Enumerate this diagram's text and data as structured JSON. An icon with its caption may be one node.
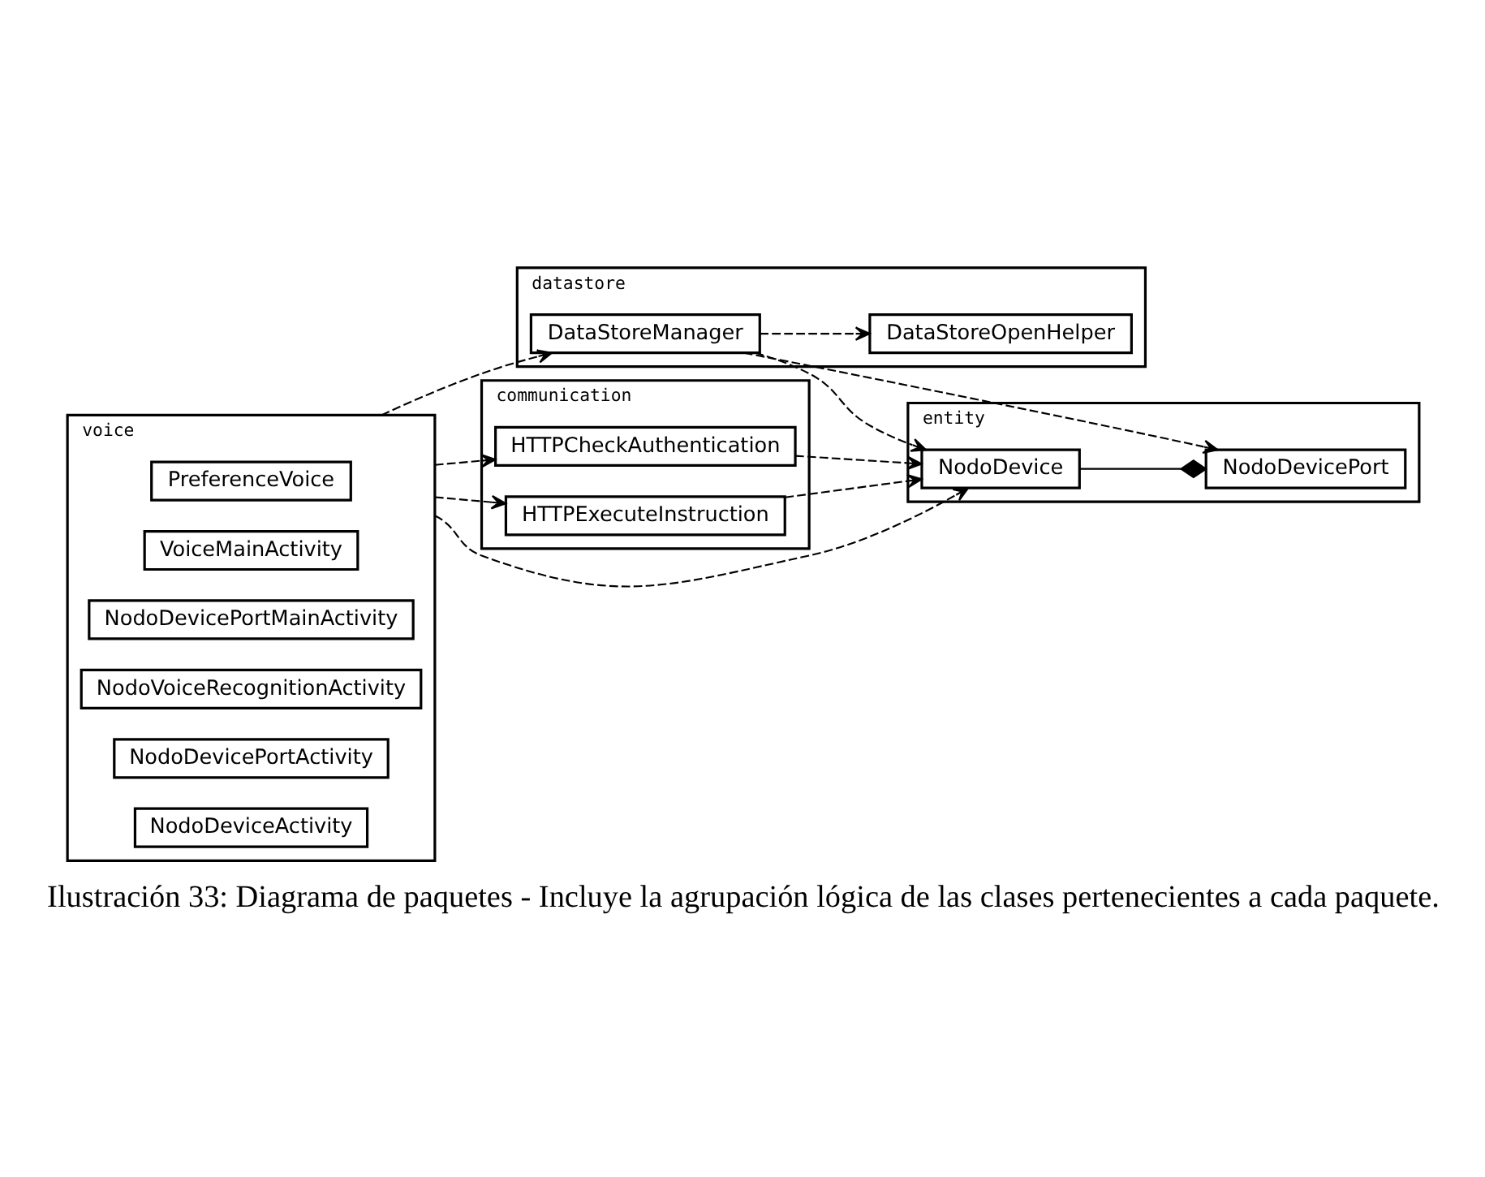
{
  "diagram": {
    "caption": "Ilustración 33: Diagrama de paquetes - Incluye la agrupación lógica de las clases pertenecientes a cada paquete.",
    "nodes": [
      {
        "text": [
          "communication"
        ]
      },
      {
        "text": [
          "HTTPCheckAuthentication"
        ],
        "in": 0
      },
      {
        "text": [
          "HTTPExecuteInstruction"
        ],
        "in": 0
      },
      {
        "text": [
          "voice"
        ]
      },
      {
        "text": [
          "PreferenceVoice"
        ],
        "in": 3
      },
      {
        "text": [
          "VoiceMainActivity"
        ],
        "in": 3
      },
      {
        "text": [
          "NodoDevicePortMainActivity"
        ],
        "in": 3
      },
      {
        "text": [
          "NodoVoiceRecognitionActivity"
        ],
        "in": 3
      },
      {
        "text": [
          "NodoDevicePortActivity"
        ],
        "in": 3
      },
      {
        "text": [
          "NodoDeviceActivity"
        ],
        "in": 3
      },
      {
        "text": [
          "entity"
        ]
      },
      {
        "text": [
          "NodoDevice"
        ],
        "in": 10
      },
      {
        "text": [
          "NodoDevicePort"
        ],
        "in": 10
      },
      {
        "text": [
          "datastore"
        ]
      },
      {
        "text": [
          "DataStoreManager"
        ],
        "in": 13
      },
      {
        "text": [
          "DataStoreOpenHelper"
        ],
        "in": 13
      }
    ],
    "edges": [
      {
        "from": 3,
        "to": 1,
        "arrow": "to",
        "style": "dashed"
      },
      {
        "from": 3,
        "to": 2,
        "arrow": "to",
        "style": "dashed"
      },
      {
        "from": 3,
        "to": 11,
        "arrow": "to",
        "style": "dashed"
      },
      {
        "from": 3,
        "to": 14,
        "arrow": "to",
        "style": "dashed"
      },
      {
        "from": 1,
        "to": 11,
        "arrow": "to",
        "style": "dashed"
      },
      {
        "from": 2,
        "to": 11,
        "arrow": "to",
        "style": "dashed"
      },
      {
        "from": 11,
        "to": 12,
        "arrow": "other"
      },
      {
        "from": 14,
        "to": 11,
        "arrow": "to",
        "style": "dashed"
      },
      {
        "from": 14,
        "to": 12,
        "arrow": "to",
        "style": "dashed"
      },
      {
        "from": 14,
        "to": 15,
        "arrow": "to",
        "style": "dashed"
      }
    ]
  }
}
